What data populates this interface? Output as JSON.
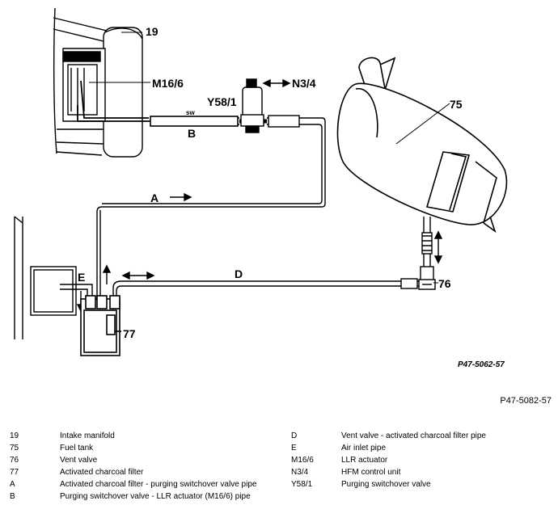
{
  "diagram": {
    "callouts": {
      "intake_manifold": "19",
      "llr_actuator": "M16/6",
      "switchover_valve": "Y58/1",
      "hfm_control_unit": "N3/4",
      "fuel_tank": "75",
      "vent_valve": "76",
      "charcoal_filter": "77",
      "pipe_a": "A",
      "pipe_b": "B",
      "pipe_d": "D",
      "pipe_e": "E",
      "sw_marking": "sw"
    },
    "reference_top": "P47-5062-57"
  },
  "reference_bottom": "P47-5082-57",
  "legend": {
    "left": [
      {
        "key": "19",
        "desc": "Intake manifold"
      },
      {
        "key": "75",
        "desc": "Fuel tank"
      },
      {
        "key": "76",
        "desc": "Vent valve"
      },
      {
        "key": "77",
        "desc": "Activated charcoal filter"
      },
      {
        "key": "A",
        "desc": "Activated charcoal filter - purging switchover valve pipe"
      },
      {
        "key": "B",
        "desc": "Purging switchover valve - LLR actuator (M16/6) pipe"
      }
    ],
    "right": [
      {
        "key": "D",
        "desc": "Vent valve - activated charcoal filter pipe"
      },
      {
        "key": "E",
        "desc": "Air inlet pipe"
      },
      {
        "key": "M16/6",
        "desc": "LLR actuator"
      },
      {
        "key": "N3/4",
        "desc": "HFM control unit"
      },
      {
        "key": "Y58/1",
        "desc": "Purging switchover valve"
      }
    ]
  }
}
